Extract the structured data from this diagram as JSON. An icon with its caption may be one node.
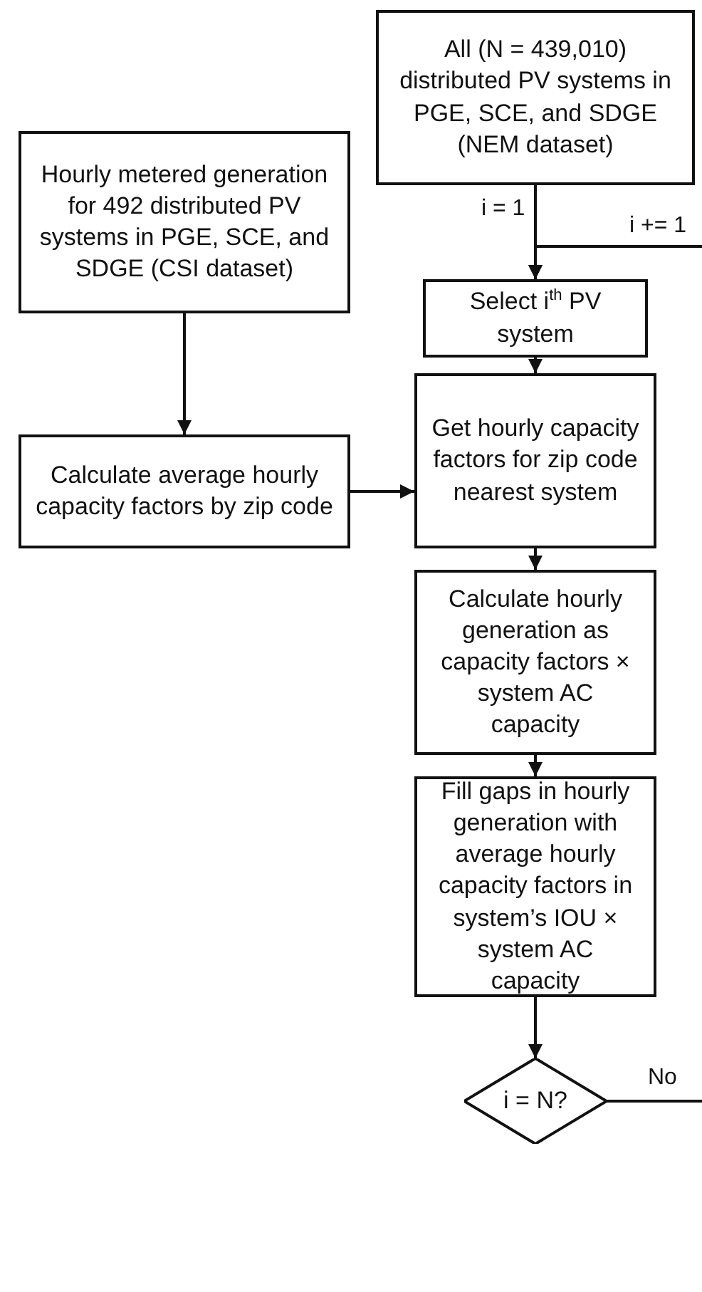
{
  "diagram": {
    "nodes": [
      {
        "text": [
          "All (N = 439,010) distributed PV systems in PGE, SCE, and SDGE (NEM dataset)"
        ]
      },
      {
        "text": [
          "Hourly metered generation for 492 distributed PV systems in PGE, SCE, and SDGE (CSI dataset)"
        ]
      },
      {
        "text": [
          "Select i$^{th}$ PV system"
        ]
      },
      {
        "text": [
          "Calculate average hourly capacity factors by zip code"
        ]
      },
      {
        "text": [
          "Get hourly capacity factors for zip code nearest system"
        ]
      },
      {
        "text": [
          "Calculate hourly generation as capacity factors × system AC capacity"
        ]
      },
      {
        "text": [
          "Fill gaps in hourly generation with average hourly capacity factors in system’s IOU × system AC capacity"
        ]
      },
      {
        "text": [
          "i = N?"
        ]
      }
    ],
    "edges": [
      {
        "from": 0,
        "to": 2,
        "arrow": "to",
        "label": "i = 1"
      },
      {
        "from": null,
        "to": 2,
        "arrow": "to",
        "label": "i += 1"
      },
      {
        "from": 1,
        "to": 3,
        "arrow": "to"
      },
      {
        "from": 3,
        "to": 4,
        "arrow": "to"
      },
      {
        "from": 2,
        "to": 4,
        "arrow": "to"
      },
      {
        "from": 4,
        "to": 5,
        "arrow": "to"
      },
      {
        "from": 5,
        "to": 6,
        "arrow": "to"
      },
      {
        "from": 6,
        "to": 7,
        "arrow": "to"
      },
      {
        "from": 7,
        "to": null,
        "arrow": "none",
        "label": "No"
      }
    ]
  }
}
